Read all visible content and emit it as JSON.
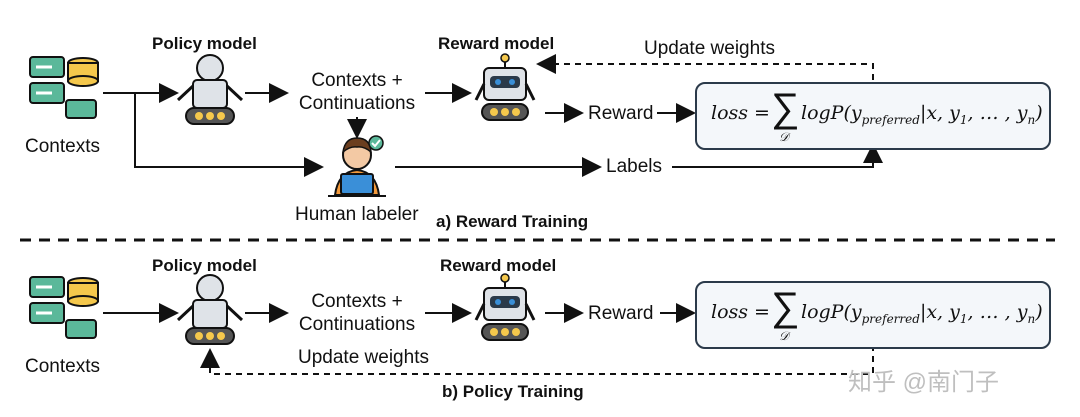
{
  "colors": {
    "line": "#111111",
    "box_border": "#2b3a4a",
    "box_fill": "#f4f7fa",
    "robot_body": "#dfe3e8",
    "robot_eye": "#3a8fd8",
    "db_yellow": "#f5c84c",
    "server_green": "#5bb89a"
  },
  "top": {
    "policy_title": "Policy model",
    "reward_title": "Reward model",
    "contexts_label": "Contexts",
    "cont_line1": "Contexts +",
    "cont_line2": "Continuations",
    "reward_label": "Reward",
    "labels_label": "Labels",
    "human_label": "Human labeler",
    "update_label": "Update weights",
    "caption": "a) Reward Training"
  },
  "bottom": {
    "policy_title": "Policy model",
    "reward_title": "Reward model",
    "contexts_label": "Contexts",
    "cont_line1": "Contexts +",
    "cont_line2": "Continuations",
    "reward_label": "Reward",
    "update_label": "Update weights",
    "caption": "b) Policy Training"
  },
  "formula": {
    "lhs": "loss =",
    "sum": "∑",
    "sub": "𝒟",
    "rhs": "logP(y",
    "rhs_sub": "preferred",
    "rhs_tail": "|x, y",
    "one": "1",
    "dots": ", … , y",
    "n": "n",
    "close": ")"
  },
  "watermark": "知乎 @南门子"
}
